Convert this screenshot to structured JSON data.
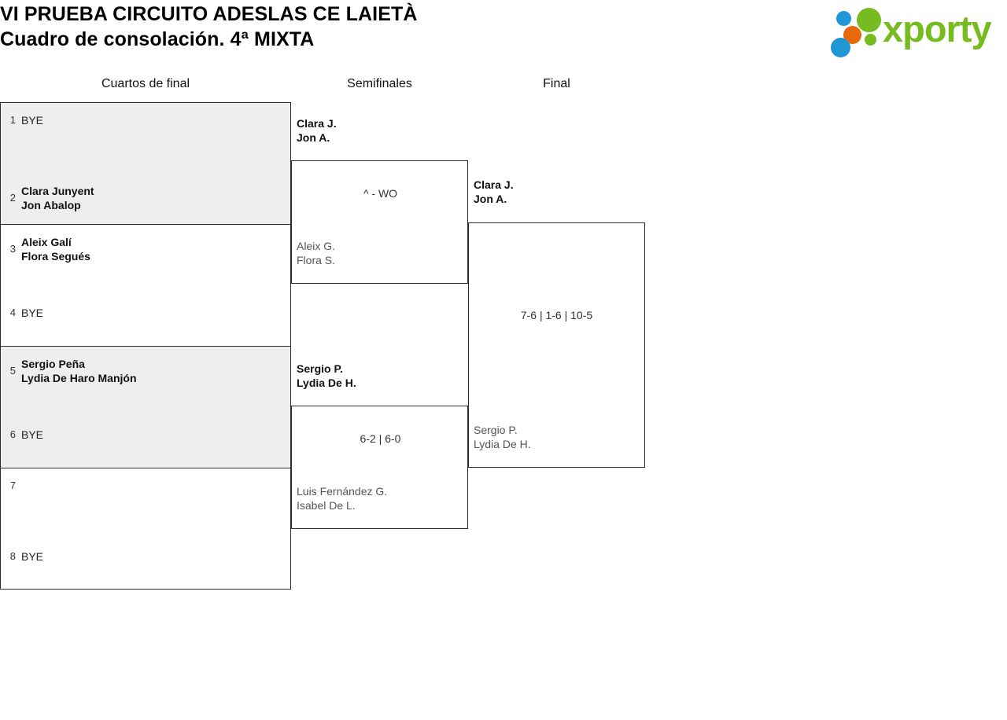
{
  "header": {
    "title_line1": "VI PRUEBA CIRCUITO ADESLAS CE LAIETÀ",
    "title_line2": "Cuadro de consolación. 4ª MIXTA",
    "logo_word": "xporty"
  },
  "rounds": [
    {
      "label": "Cuartos de final"
    },
    {
      "label": "Semifinales"
    },
    {
      "label": "Final"
    }
  ],
  "quarterfinals": [
    {
      "shaded": true,
      "top": {
        "seed": "1",
        "line1": "BYE",
        "line2": "",
        "winner": false
      },
      "bottom": {
        "seed": "2",
        "line1": "Clara Junyent",
        "line2": "Jon Abalop",
        "winner": true
      }
    },
    {
      "shaded": false,
      "top": {
        "seed": "3",
        "line1": "Aleix Galí",
        "line2": "Flora Segués",
        "winner": true
      },
      "bottom": {
        "seed": "4",
        "line1": "BYE",
        "line2": "",
        "winner": false
      }
    },
    {
      "shaded": true,
      "top": {
        "seed": "5",
        "line1": "Sergio Peña",
        "line2": "Lydia De Haro Manjón",
        "winner": true
      },
      "bottom": {
        "seed": "6",
        "line1": "BYE",
        "line2": "",
        "winner": false
      }
    },
    {
      "shaded": false,
      "top": {
        "seed": "7",
        "line1": "",
        "line2": "",
        "winner": false
      },
      "bottom": {
        "seed": "8",
        "line1": "BYE",
        "line2": "",
        "winner": false
      }
    }
  ],
  "semifinals": [
    {
      "score": "^ - WO",
      "top": {
        "line1": "Clara J.",
        "line2": "Jon A.",
        "winner": true
      },
      "bottom": {
        "line1": "Aleix G.",
        "line2": "Flora S.",
        "winner": false
      }
    },
    {
      "score": "6-2 | 6-0",
      "top": {
        "line1": "Sergio P.",
        "line2": "Lydia De H.",
        "winner": true
      },
      "bottom": {
        "line1": "Luis Fernández G.",
        "line2": "Isabel De L.",
        "winner": false
      }
    }
  ],
  "final": {
    "score": "7-6 | 1-6 | 10-5",
    "top": {
      "line1": "Clara J.",
      "line2": "Jon A.",
      "winner": true
    },
    "bottom": {
      "line1": "Sergio P.",
      "line2": "Lydia De H.",
      "winner": false
    }
  },
  "colors": {
    "shaded_row": "#eeeeee",
    "border": "#2b2b2b",
    "logo_green": "#76bc21",
    "logo_blue": "#2196d4",
    "logo_orange": "#e8690b"
  }
}
